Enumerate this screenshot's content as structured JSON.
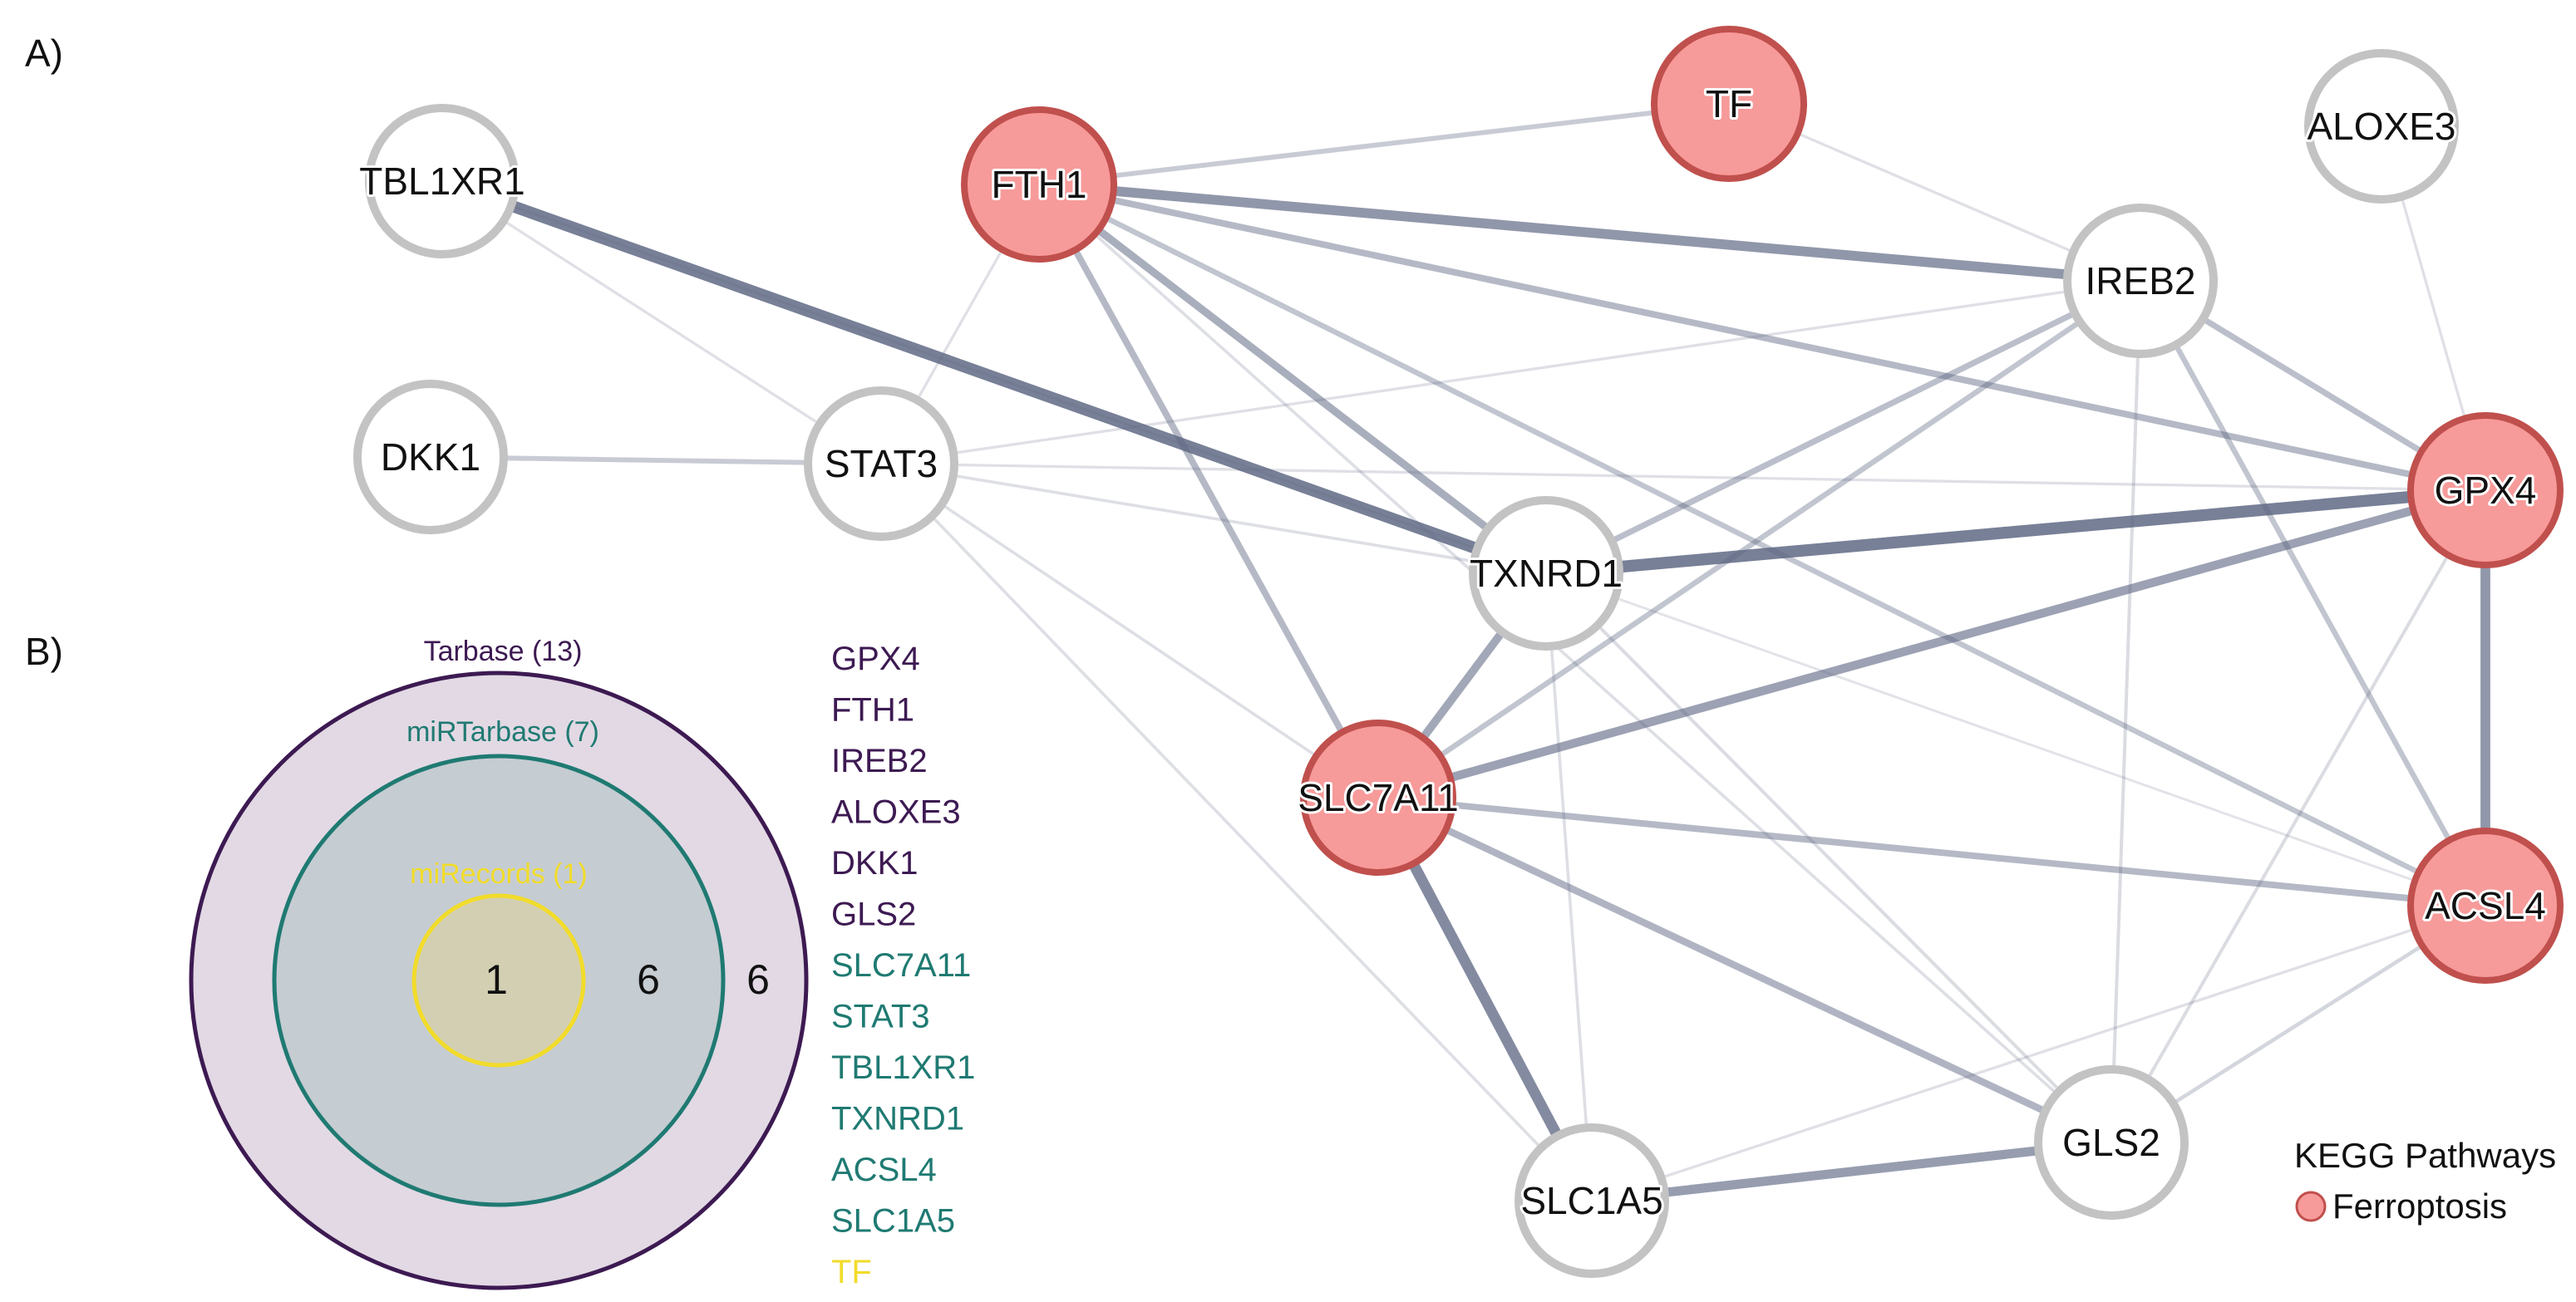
{
  "panel_a_label": "A)",
  "panel_b_label": "B)",
  "colors": {
    "ferroptosis_fill": "#f79a9a",
    "ferroptosis_stroke": "#c0504d",
    "plain_fill": "#ffffff",
    "plain_stroke": "#c3c3c3",
    "edge": "#5d6682",
    "tarbase": "#3d1a52",
    "mirtarbase": "#1f7a72",
    "mirecords": "#f2dc2a",
    "tarbase_fill": "#e2d9e4",
    "mirtarbase_fill": "#c5ccd2",
    "mirecords_fill": "#d3cfb3"
  },
  "network": {
    "nodes": [
      {
        "id": "TBL1XR1",
        "label": "TBL1XR1",
        "ferroptosis": false
      },
      {
        "id": "FTH1",
        "label": "FTH1",
        "ferroptosis": true
      },
      {
        "id": "TF",
        "label": "TF",
        "ferroptosis": true
      },
      {
        "id": "ALOXE3",
        "label": "ALOXE3",
        "ferroptosis": false
      },
      {
        "id": "IREB2",
        "label": "IREB2",
        "ferroptosis": false
      },
      {
        "id": "DKK1",
        "label": "DKK1",
        "ferroptosis": false
      },
      {
        "id": "STAT3",
        "label": "STAT3",
        "ferroptosis": false
      },
      {
        "id": "GPX4",
        "label": "GPX4",
        "ferroptosis": true
      },
      {
        "id": "TXNRD1",
        "label": "TXNRD1",
        "ferroptosis": false
      },
      {
        "id": "SLC7A11",
        "label": "SLC7A11",
        "ferroptosis": true
      },
      {
        "id": "ACSL4",
        "label": "ACSL4",
        "ferroptosis": true
      },
      {
        "id": "GLS2",
        "label": "GLS2",
        "ferroptosis": false
      },
      {
        "id": "SLC1A5",
        "label": "SLC1A5",
        "ferroptosis": false
      }
    ],
    "edges": [
      {
        "source": "TBL1XR1",
        "target": "TXNRD1",
        "weight": 0.95
      },
      {
        "source": "TBL1XR1",
        "target": "STAT3",
        "weight": 0.1
      },
      {
        "source": "TBL1XR1",
        "target": "TXNRD1",
        "weight": 0.08
      },
      {
        "source": "DKK1",
        "target": "STAT3",
        "weight": 0.3
      },
      {
        "source": "FTH1",
        "target": "TF",
        "weight": 0.3
      },
      {
        "source": "FTH1",
        "target": "IREB2",
        "weight": 0.75
      },
      {
        "source": "FTH1",
        "target": "GPX4",
        "weight": 0.45
      },
      {
        "source": "FTH1",
        "target": "TXNRD1",
        "weight": 0.55
      },
      {
        "source": "FTH1",
        "target": "SLC7A11",
        "weight": 0.45
      },
      {
        "source": "FTH1",
        "target": "ACSL4",
        "weight": 0.35
      },
      {
        "source": "FTH1",
        "target": "STAT3",
        "weight": 0.1
      },
      {
        "source": "FTH1",
        "target": "GLS2",
        "weight": 0.12
      },
      {
        "source": "TF",
        "target": "IREB2",
        "weight": 0.1
      },
      {
        "source": "ALOXE3",
        "target": "GPX4",
        "weight": 0.1
      },
      {
        "source": "IREB2",
        "target": "GPX4",
        "weight": 0.4
      },
      {
        "source": "IREB2",
        "target": "TXNRD1",
        "weight": 0.4
      },
      {
        "source": "IREB2",
        "target": "SLC7A11",
        "weight": 0.35
      },
      {
        "source": "IREB2",
        "target": "ACSL4",
        "weight": 0.35
      },
      {
        "source": "IREB2",
        "target": "GLS2",
        "weight": 0.15
      },
      {
        "source": "IREB2",
        "target": "STAT3",
        "weight": 0.1
      },
      {
        "source": "STAT3",
        "target": "GPX4",
        "weight": 0.1
      },
      {
        "source": "STAT3",
        "target": "TXNRD1",
        "weight": 0.12
      },
      {
        "source": "STAT3",
        "target": "SLC1A5",
        "weight": 0.12
      },
      {
        "source": "STAT3",
        "target": "SLC7A11",
        "weight": 0.12
      },
      {
        "source": "TXNRD1",
        "target": "GPX4",
        "weight": 0.95
      },
      {
        "source": "TXNRD1",
        "target": "SLC7A11",
        "weight": 0.6
      },
      {
        "source": "TXNRD1",
        "target": "GLS2",
        "weight": 0.15
      },
      {
        "source": "TXNRD1",
        "target": "SLC1A5",
        "weight": 0.12
      },
      {
        "source": "TXNRD1",
        "target": "ACSL4",
        "weight": 0.08
      },
      {
        "source": "GPX4",
        "target": "SLC7A11",
        "weight": 0.65
      },
      {
        "source": "GPX4",
        "target": "ACSL4",
        "weight": 0.75
      },
      {
        "source": "GPX4",
        "target": "GLS2",
        "weight": 0.15
      },
      {
        "source": "SLC7A11",
        "target": "ACSL4",
        "weight": 0.45
      },
      {
        "source": "SLC7A11",
        "target": "GLS2",
        "weight": 0.5
      },
      {
        "source": "SLC7A11",
        "target": "SLC1A5",
        "weight": 0.85
      },
      {
        "source": "ACSL4",
        "target": "GLS2",
        "weight": 0.2
      },
      {
        "source": "ACSL4",
        "target": "SLC1A5",
        "weight": 0.1
      },
      {
        "source": "GLS2",
        "target": "SLC1A5",
        "weight": 0.7
      }
    ]
  },
  "venn": {
    "tarbase_label": "Tarbase (13)",
    "mirtarbase_label": "miRTarbase (7)",
    "mirecords_label": "miRecords (1)",
    "count_mirecords": "1",
    "count_mirtarbase_only": "6",
    "count_tarbase_only": "6"
  },
  "gene_list": [
    {
      "name": "GPX4",
      "group": "tarbase"
    },
    {
      "name": "FTH1",
      "group": "tarbase"
    },
    {
      "name": "IREB2",
      "group": "tarbase"
    },
    {
      "name": "ALOXE3",
      "group": "tarbase"
    },
    {
      "name": "DKK1",
      "group": "tarbase"
    },
    {
      "name": "GLS2",
      "group": "tarbase"
    },
    {
      "name": "SLC7A11",
      "group": "mirtarbase"
    },
    {
      "name": "STAT3",
      "group": "mirtarbase"
    },
    {
      "name": "TBL1XR1",
      "group": "mirtarbase"
    },
    {
      "name": "TXNRD1",
      "group": "mirtarbase"
    },
    {
      "name": "ACSL4",
      "group": "mirtarbase"
    },
    {
      "name": "SLC1A5",
      "group": "mirtarbase"
    },
    {
      "name": "TF",
      "group": "mirecords"
    }
  ],
  "legend": {
    "title": "KEGG Pathways",
    "item": "Ferroptosis"
  }
}
